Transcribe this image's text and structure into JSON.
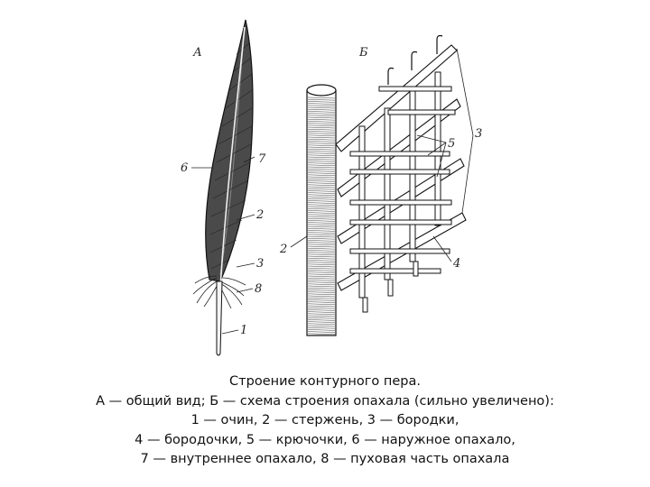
{
  "figure": {
    "panel_a_letter": "А",
    "panel_b_letter": "Б",
    "labels_a": {
      "l1": "1",
      "l2": "2",
      "l3": "3",
      "l6": "6",
      "l7": "7",
      "l8": "8"
    },
    "labels_b": {
      "l2": "2",
      "l3": "3",
      "l4": "4",
      "l5": "5"
    }
  },
  "caption": {
    "line1": "Строение контурного пера.",
    "line2": "А — общий вид; Б — схема строения опахала (сильно увеличено):",
    "line3": "1 — очин, 2 — стержень, 3 — бородки,",
    "line4": "4 — бородочки, 5 — крючочки, 6 — наружное опахало,",
    "line5": "7 — внутреннее опахало, 8 — пуховая часть опахала"
  }
}
